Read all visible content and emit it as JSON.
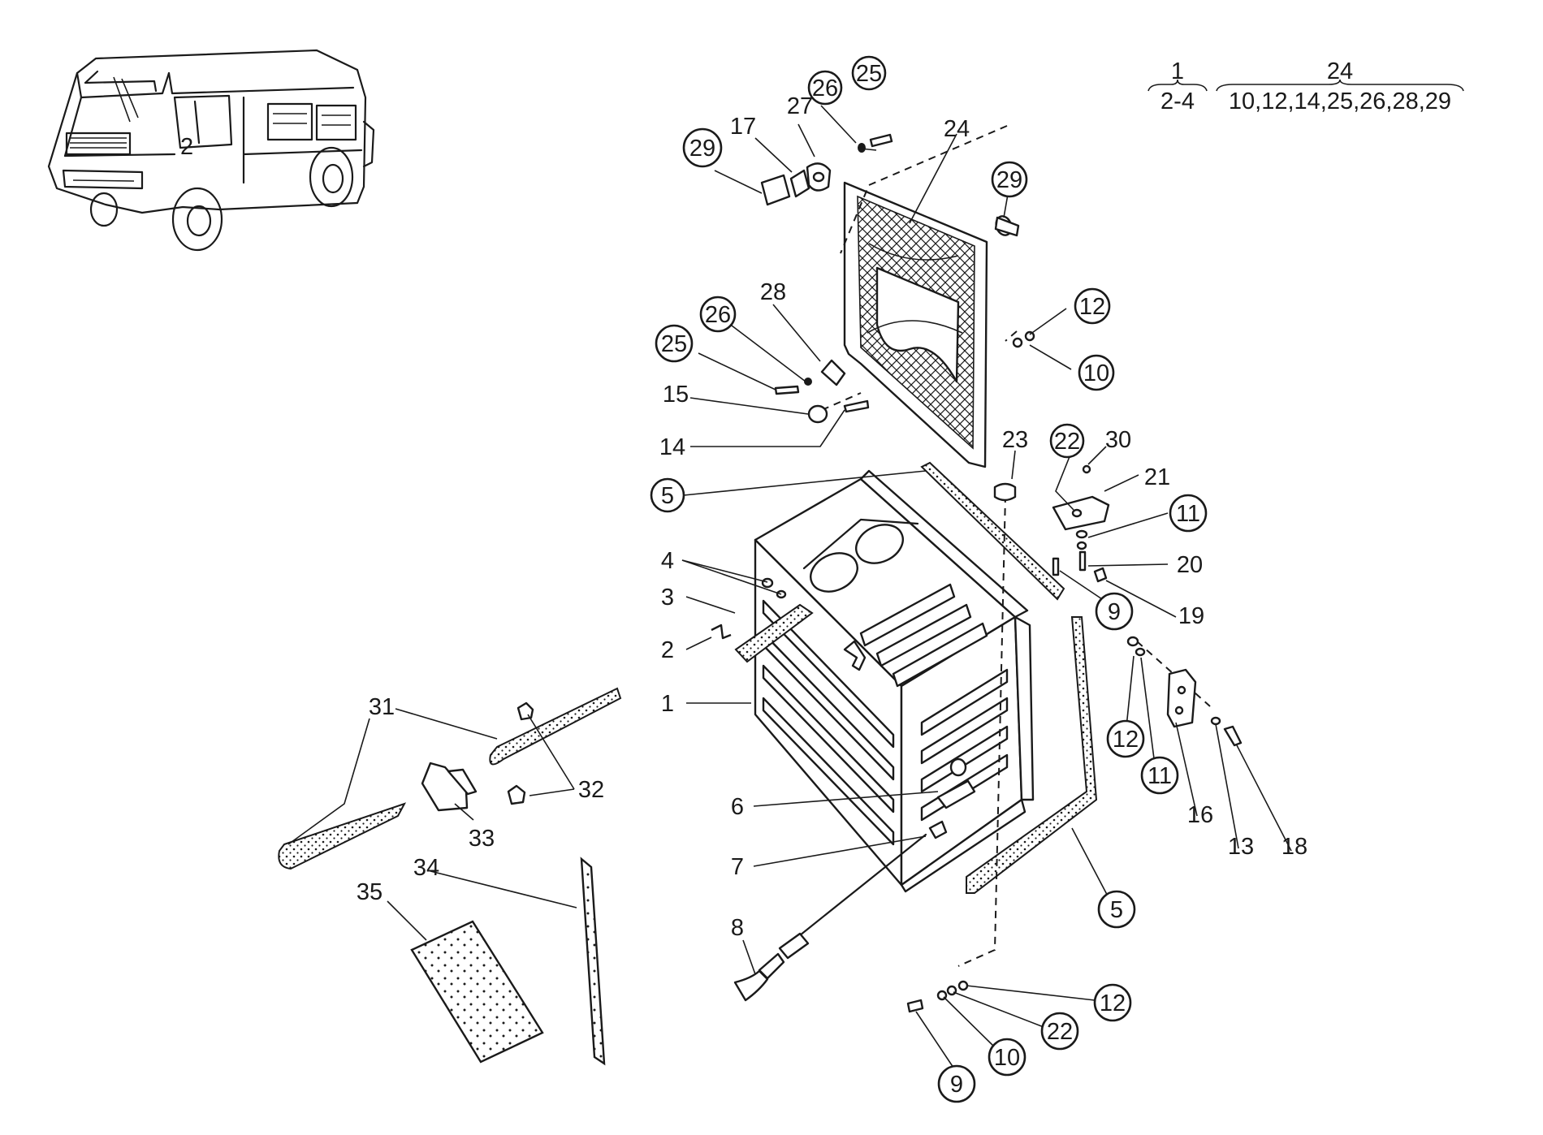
{
  "diagram": {
    "legend": {
      "left_top": "1",
      "left_bottom": "2-4",
      "right_top": "24",
      "right_bottom": "10,12,14,25,26,28,29"
    },
    "callouts": {
      "c1": "1",
      "c2": "2",
      "c3": "3",
      "c4": "4",
      "c5a": "5",
      "c5b": "5",
      "c6": "6",
      "c7": "7",
      "c8": "8",
      "c9a": "9",
      "c9b": "9",
      "c10a": "10",
      "c10b": "10",
      "c11a": "11",
      "c11b": "11",
      "c12a": "12",
      "c12b": "12",
      "c12c": "12",
      "c13": "13",
      "c14": "14",
      "c15": "15",
      "c16": "16",
      "c17": "17",
      "c18": "18",
      "c19": "19",
      "c20": "20",
      "c21": "21",
      "c22a": "22",
      "c22b": "22",
      "c23": "23",
      "c24": "24",
      "c25a": "25",
      "c25b": "25",
      "c26a": "26",
      "c26b": "26",
      "c27": "27",
      "c28": "28",
      "c29a": "29",
      "c29b": "29",
      "c30": "30",
      "c31": "31",
      "c32": "32",
      "c33": "33",
      "c34": "34",
      "c35": "35"
    }
  }
}
